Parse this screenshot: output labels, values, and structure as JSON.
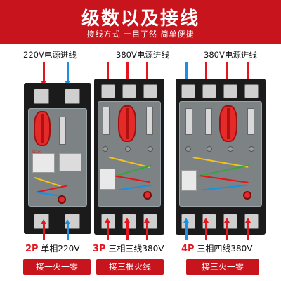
{
  "header": {
    "title": "级数以及接线",
    "subtitle": "接线方式  一目了然  简单便捷"
  },
  "panels": [
    {
      "input_label": "220V电源进线",
      "pole": "2P",
      "desc": "单相220V",
      "wiring": "接一火一零"
    },
    {
      "input_label": "380V电源进线",
      "pole": "3P",
      "desc": "三相三线380V",
      "wiring": "接三根火线"
    },
    {
      "input_label": "380V电源进线",
      "pole": "4P",
      "desc": "三相四线380V",
      "wiring": "接三火一零"
    }
  ],
  "brand_mark": "DELIXI",
  "colors": {
    "header_bg": "#c8141c",
    "live_wire": "#e3151e",
    "neutral_wire": "#1b8fe0",
    "breaker_body": "#1b1b1b"
  }
}
